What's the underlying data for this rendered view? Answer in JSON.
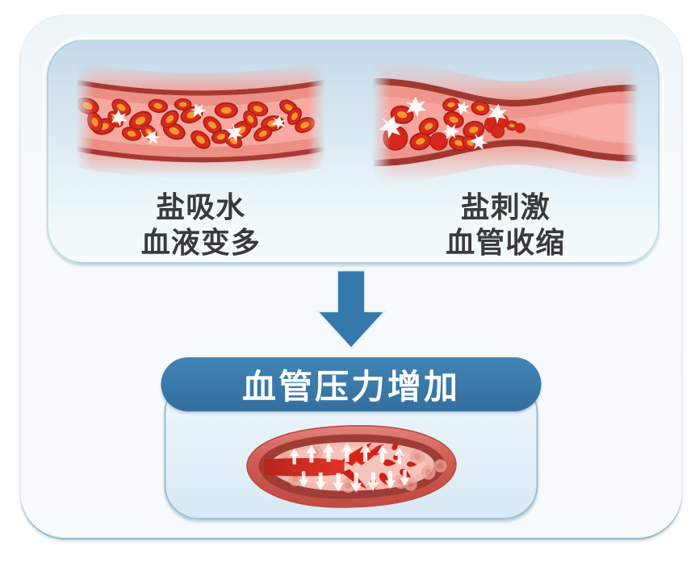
{
  "infographic": {
    "causes_panel": {
      "items": [
        {
          "id": "salt-absorbs-water",
          "line1": "盐吸水",
          "line2": "血液变多",
          "illustration": "blood-vessel-full-of-cells-and-salt"
        },
        {
          "id": "salt-stimulates",
          "line1": "盐刺激",
          "line2": "血管收缩",
          "illustration": "blood-vessel-constricted"
        }
      ]
    },
    "connector": {
      "icon": "down-arrow-icon"
    },
    "result_panel": {
      "title": "血管压力增加",
      "illustration": "blood-vessel-under-pressure-with-outward-arrows"
    },
    "colors": {
      "accent_blue": "#3578ac",
      "pill_blue_top": "#4184b5",
      "pill_blue_bottom": "#336f9f",
      "label_text": "#3a3a3a",
      "pill_text": "#ffffff",
      "panel_blue_top": "#c4d9ea",
      "panel_blue_bottom": "#f4fbfd",
      "vessel_red_cell": "#d92a1d",
      "vessel_wall_pink": "#ec8f85",
      "vessel_dark_red": "#a8382f",
      "vessel_lumen_pink": "#f7a8a1",
      "salt_crystal": "#ffffff"
    }
  }
}
